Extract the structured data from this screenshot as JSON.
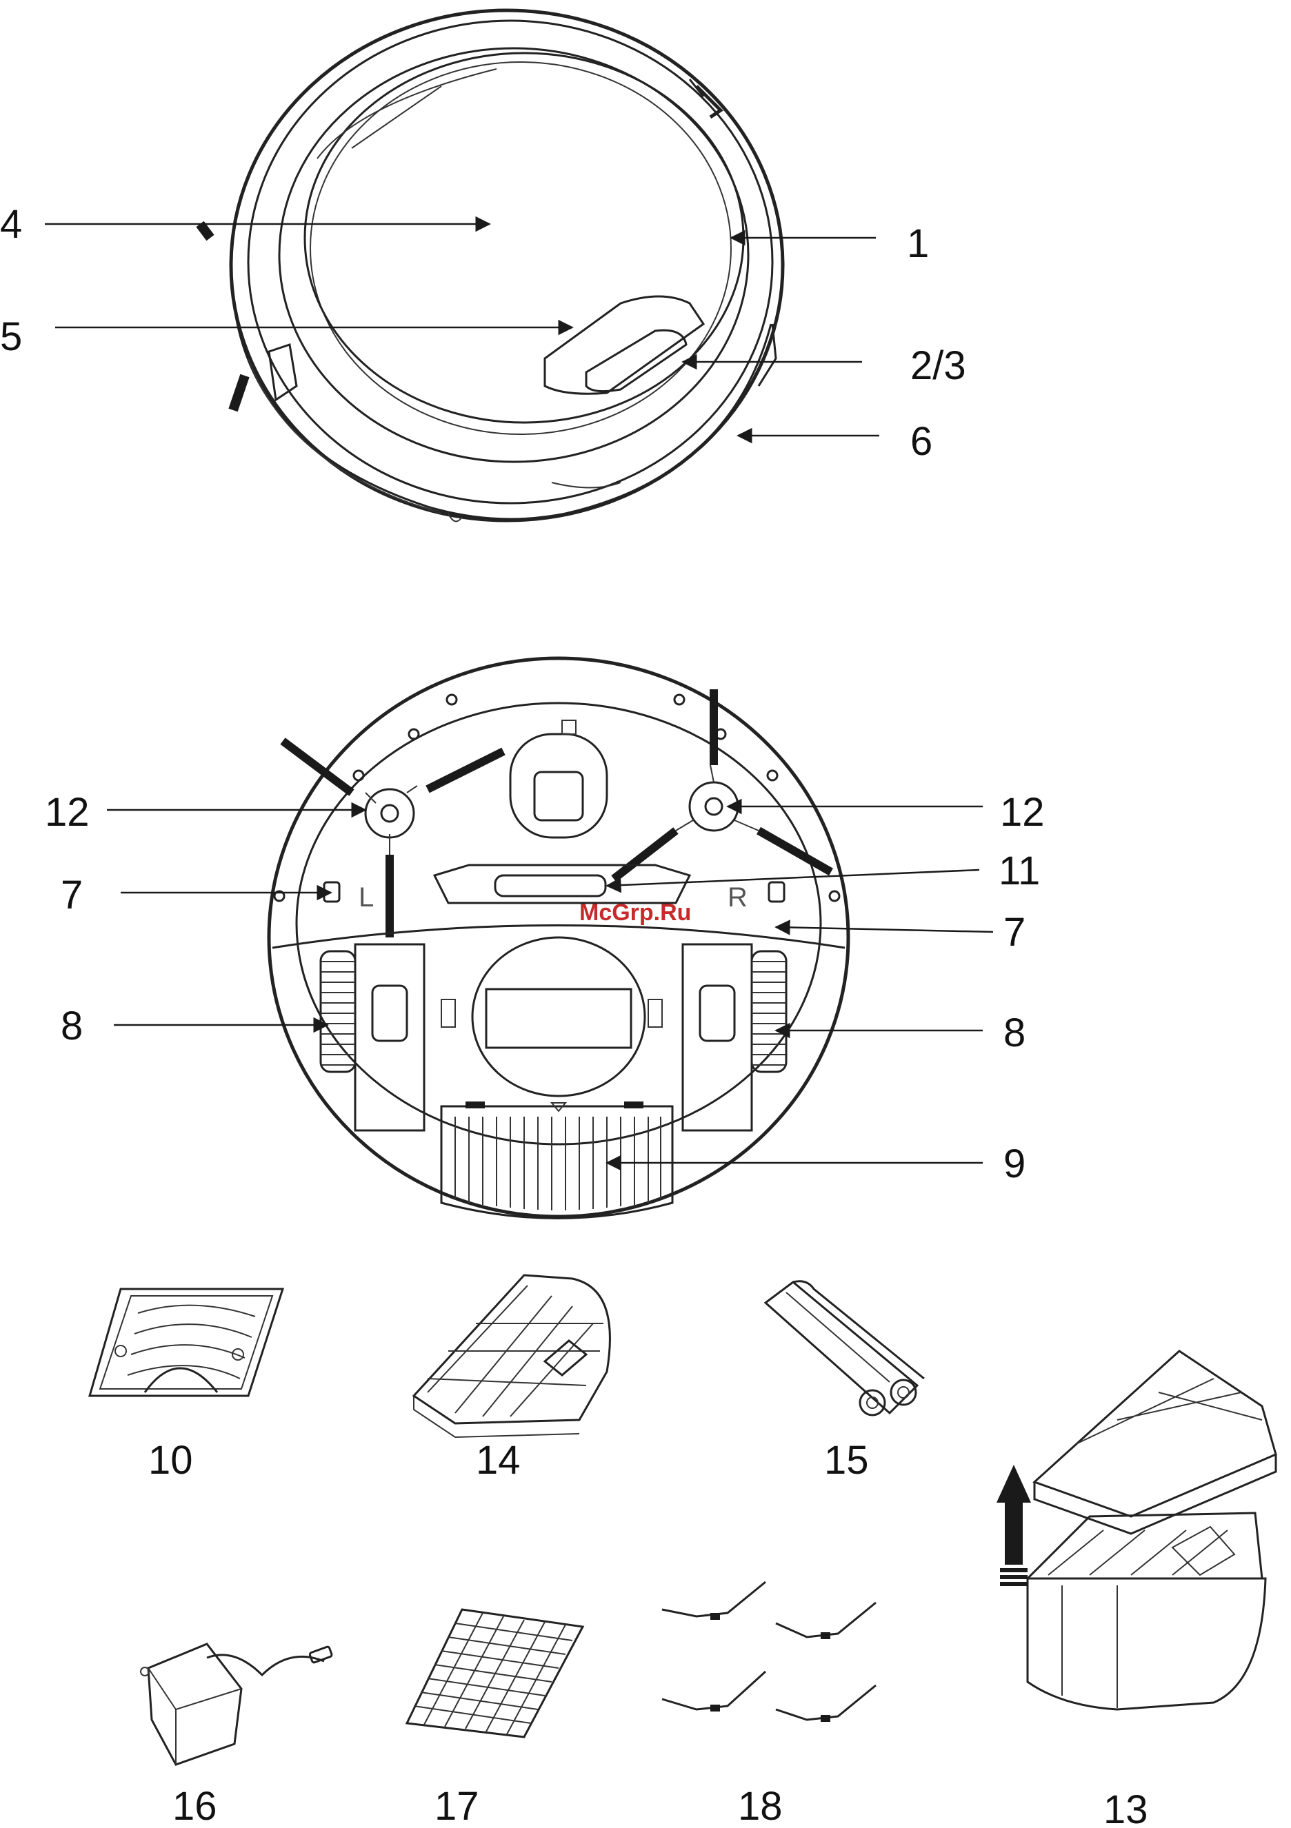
{
  "labels": {
    "l1": "1",
    "l23": "2/3",
    "l4": "4",
    "l5": "5",
    "l6": "6",
    "l7a": "7",
    "l7b": "7",
    "l8a": "8",
    "l8b": "8",
    "l9": "9",
    "l10": "10",
    "l11": "11",
    "l12a": "12",
    "l12b": "12",
    "l13": "13",
    "l14": "14",
    "l15": "15",
    "l16": "16",
    "l17": "17",
    "l18": "18",
    "letter_l": "L",
    "letter_r": "R"
  },
  "watermark": "McGrp.Ru",
  "colors": {
    "line": "#1a1a1a",
    "watermark": "#c72a2a",
    "background": "#ffffff"
  }
}
